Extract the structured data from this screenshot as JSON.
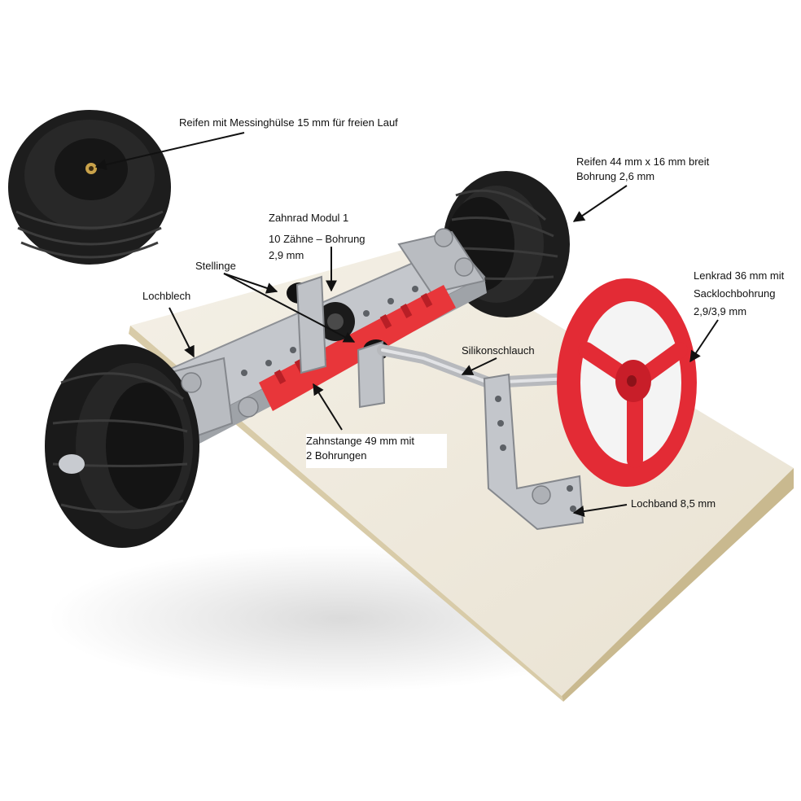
{
  "colors": {
    "background": "#ffffff",
    "board": "#efe9dc",
    "tire": "#1c1c1c",
    "steering_wheel": "#e32b35",
    "gear_rack": "#e8363a",
    "metal": "#c4c7cc",
    "label_text": "#111111"
  },
  "annotations": {
    "inset_tire": "Reifen mit Messinghülse 15 mm für freien Lauf",
    "tire_right": {
      "line1": "Reifen 44 mm x 16 mm breit",
      "line2": "Bohrung 2,6 mm"
    },
    "gear": {
      "line1": "Zahnrad Modul 1",
      "line2": "10 Zähne – Bohrung",
      "line3": "2,9 mm"
    },
    "collars": "Stellinge",
    "perforated_plate": "Lochblech",
    "steering_wheel": {
      "line1": "Lenkrad 36 mm mit",
      "line2": "Sacklochbohrung",
      "line3": "2,9/3,9 mm"
    },
    "silicone_tube": "Silikonschlauch",
    "rack": {
      "line1": "Zahnstange 49 mm mit",
      "line2": "2 Bohrungen"
    },
    "perforated_strip": "Lochband 8,5 mm"
  }
}
